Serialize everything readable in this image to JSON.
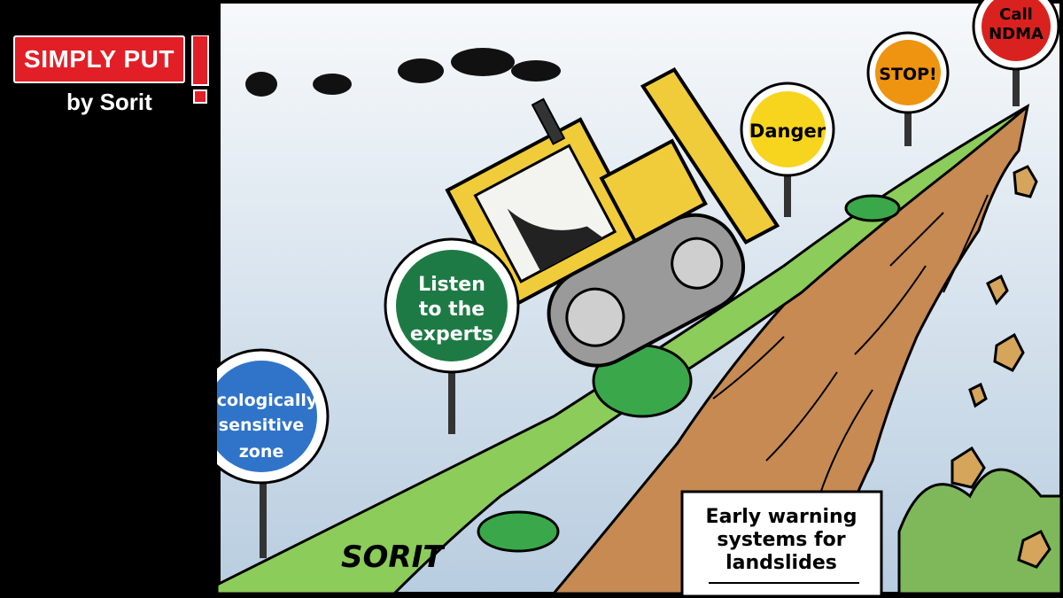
{
  "brand": {
    "title": "SIMPLY PUT",
    "byline": "by Sorit"
  },
  "signs": {
    "ecological": [
      "Ecologically",
      "sensitive",
      "zone"
    ],
    "listen": [
      "Listen",
      "to the",
      "experts"
    ],
    "danger": "Danger",
    "stop": "STOP!",
    "ndma": [
      "Call",
      "NDMA"
    ]
  },
  "note": [
    "Early warning",
    "systems for",
    "landslides"
  ],
  "signature": "SORIT",
  "colors": {
    "brand_red": "#e21f26",
    "sky_top": "#f7f9fb",
    "sky_bottom": "#b8cde0",
    "grass": "#8ccc5a",
    "cliff": "#c68a52",
    "bulldozer": "#f0cc3a",
    "sign_blue": "#2f74c8",
    "sign_green": "#1e7a44",
    "sign_yellow": "#f7d41e",
    "sign_orange": "#ee9411",
    "sign_red": "#d9221f"
  },
  "icons": [
    "bulldozer-icon",
    "falling-rock-icon",
    "smoke-icon",
    "bush-icon"
  ]
}
